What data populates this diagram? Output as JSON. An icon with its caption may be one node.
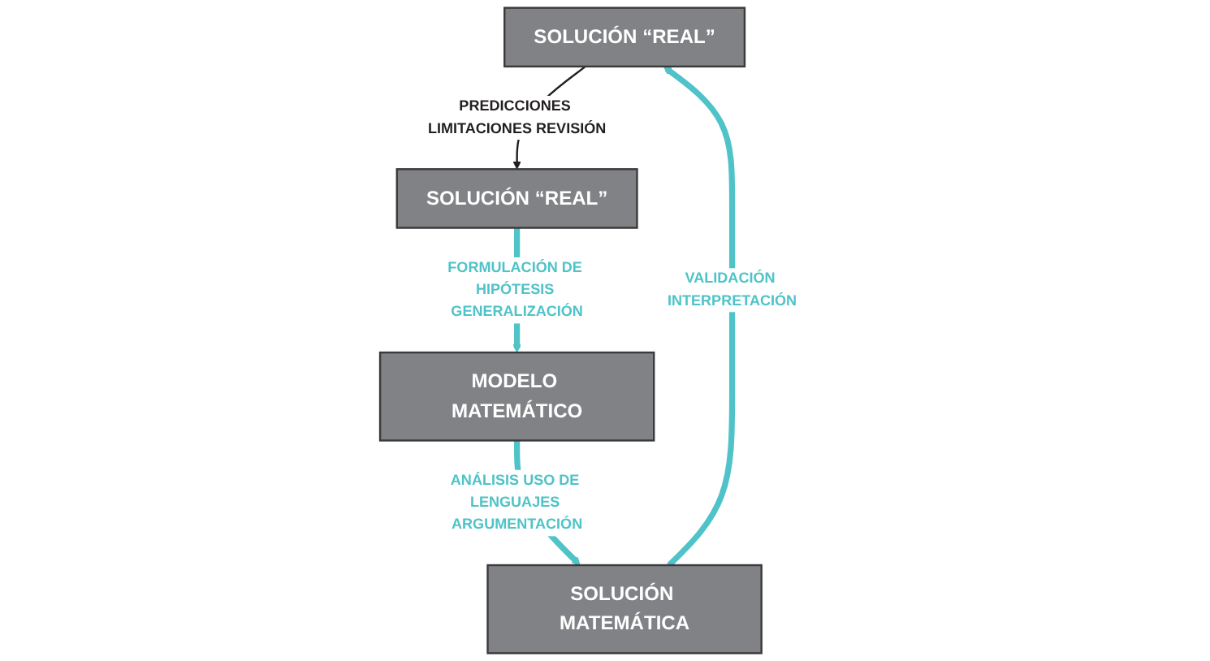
{
  "diagram": {
    "nodes": [
      {
        "text": [
          "SOLUCIÓN “REAL”"
        ]
      },
      {
        "text": [
          "SOLUCIÓN MATEMÁTICA"
        ]
      },
      {
        "text": [
          "SOLUCIÓN “REAL”"
        ]
      },
      {
        "text": [
          "MODELO MATEMÁTICO"
        ]
      }
    ],
    "edges": [
      {
        "from": 1,
        "to": 0,
        "arrow": "to",
        "label": "VALIDACIÓN INTERPRETACIÓN"
      },
      {
        "from": 0,
        "to": 2,
        "arrow": "to",
        "label": "PREDICCIONES LIMITACIONES REVISIÓN",
        "color": "#231f20"
      },
      {
        "from": 2,
        "to": 3,
        "arrow": "to",
        "label": "FORMULACIÓN DE HIPÓTESIS GENERALIZACIÓN"
      },
      {
        "from": 3,
        "to": 1,
        "arrow": "to",
        "label": "ANÁLISIS USO DE LENGUAJES ARGUMENTACIÓN"
      }
    ]
  }
}
